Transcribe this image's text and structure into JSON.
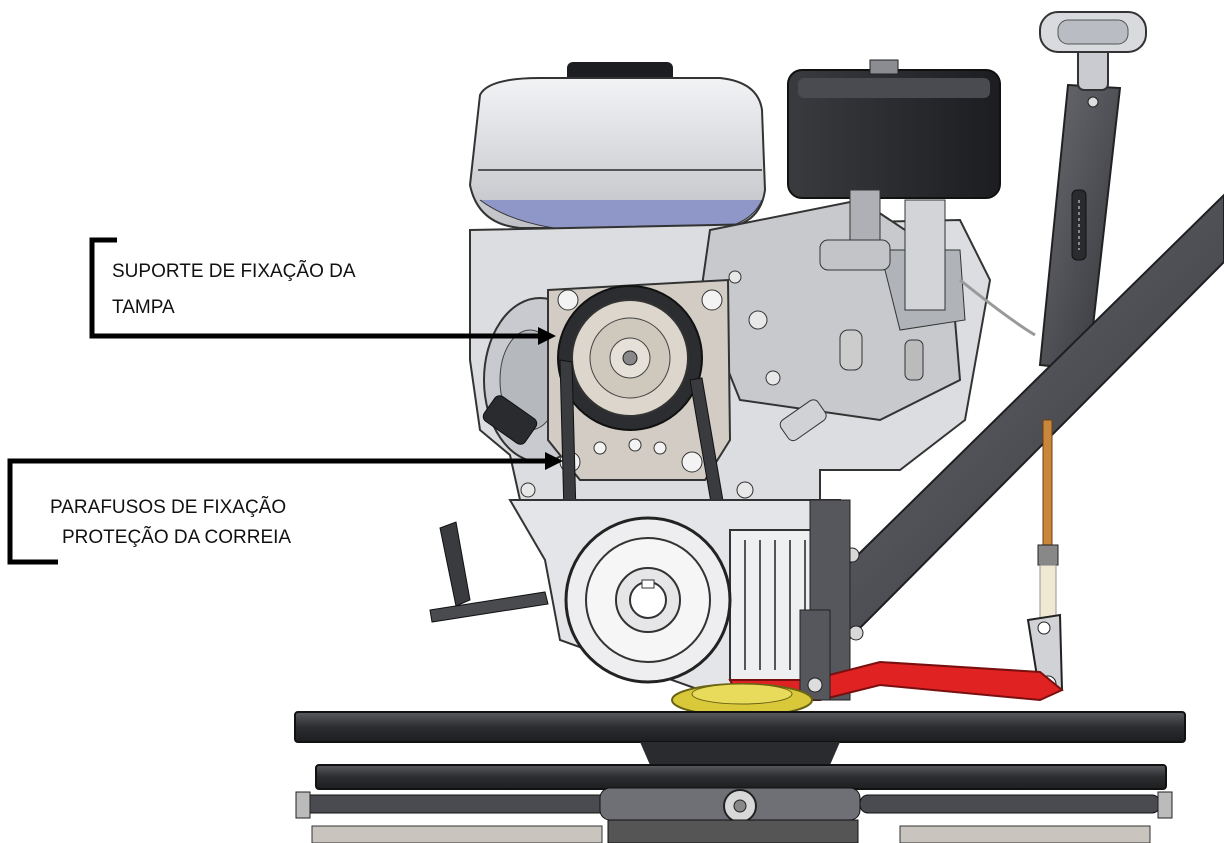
{
  "callouts": [
    {
      "line1": "SUPORTE DE  FIXAÇÃO DA",
      "line2": "TAMPA"
    },
    {
      "line1": "PARAFUSOS DE FIXAÇÃO",
      "line2": "PROTEÇÃO DA CORREIA"
    }
  ],
  "colors": {
    "engine_body": "#d9dadc",
    "engine_dark": "#2e2f33",
    "handle_frame": "#4a4c52",
    "lever": "#e02222",
    "disc": "#3a3b3e",
    "gear": "#d9c93a",
    "rod": "#c8873a"
  }
}
